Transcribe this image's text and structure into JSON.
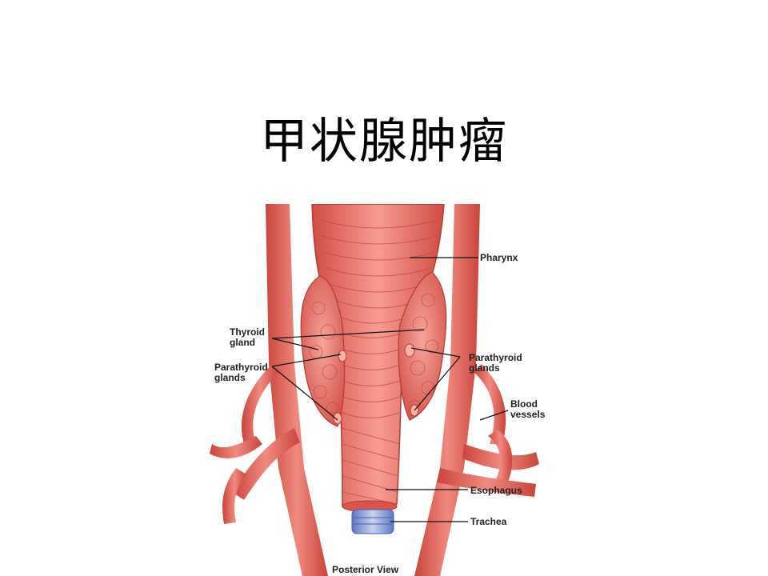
{
  "title": "甲状腺肿瘤",
  "figure": {
    "labels": {
      "pharynx": "Pharynx",
      "thyroid_gland": "Thyroid\ngland",
      "parathyroid_left": "Parathyroid\nglands",
      "parathyroid_right": "Parathyroid\nglands",
      "blood_vessels": "Blood\nvessels",
      "esophagus": "Esophagus",
      "trachea": "Trachea",
      "view": "Posterior View"
    },
    "colors": {
      "tissue": "#e8605a",
      "tissue_dark": "#c94840",
      "tissue_light": "#f4a49c",
      "trachea": "#8fa2d6"
    }
  }
}
